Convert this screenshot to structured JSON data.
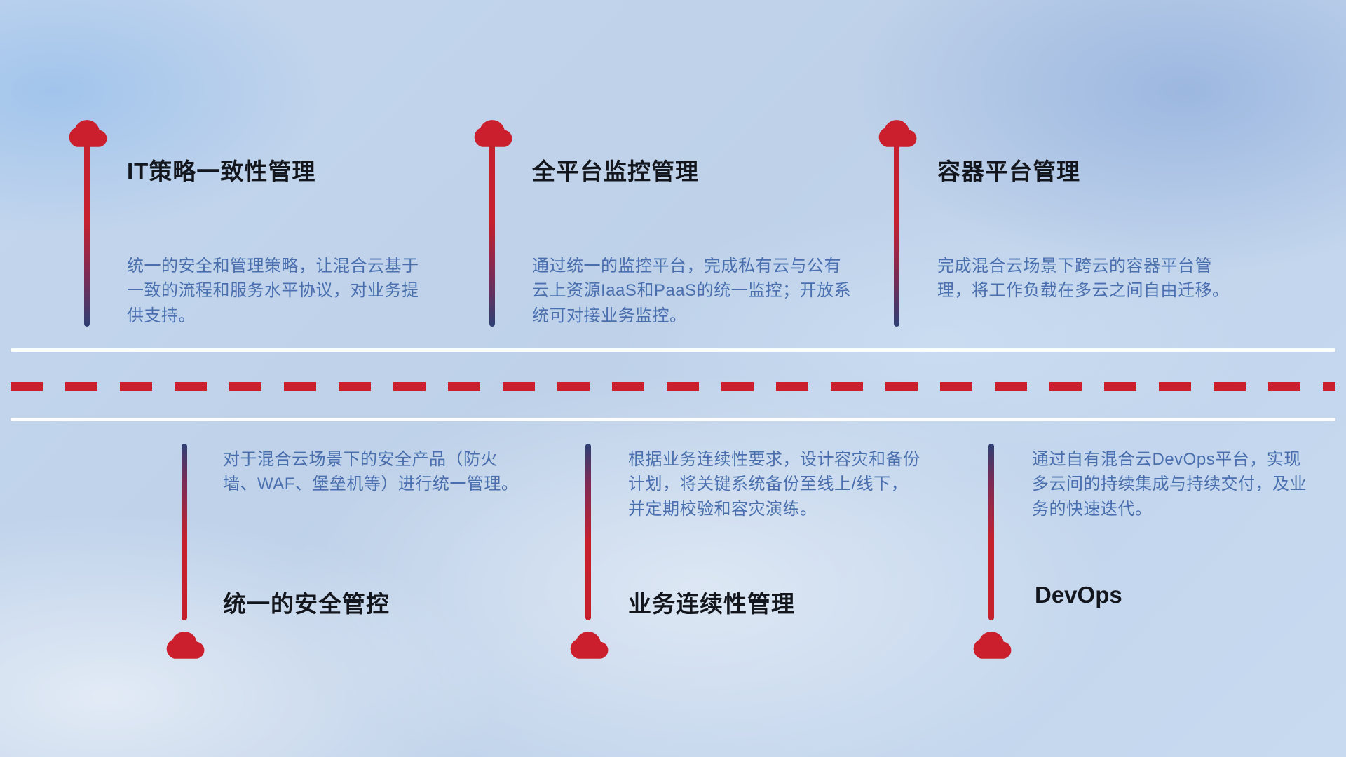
{
  "top_items": [
    {
      "title": "IT策略一致性管理",
      "description": "统一的安全和管理策略，让混合云基于一致的流程和服务水平协议，对业务提供支持。"
    },
    {
      "title": "全平台监控管理",
      "description": "通过统一的监控平台，完成私有云与公有云上资源IaaS和PaaS的统一监控；开放系统可对接业务监控。"
    },
    {
      "title": "容器平台管理",
      "description": "完成混合云场景下跨云的容器平台管理，将工作负载在多云之间自由迁移。"
    }
  ],
  "bottom_items": [
    {
      "title": "统一的安全管控",
      "description": "对于混合云场景下的安全产品（防火墙、WAF、堡垒机等）进行统一管理。"
    },
    {
      "title": "业务连续性管理",
      "description": "根据业务连续性要求，设计容灾和备份计划，将关键系统备份至线上/线下，并定期校验和容灾演练。"
    },
    {
      "title": "DevOps",
      "description": "通过自有混合云DevOps平台，实现多云间的持续集成与持续交付，及业务的快速迭代。"
    }
  ],
  "icons": {
    "marker": "cloud-icon"
  },
  "colors": {
    "accent_red": "#cc1f2d",
    "line_navy": "#2e3f74",
    "description_blue": "#4a6fae",
    "title_dark": "#13161c"
  }
}
